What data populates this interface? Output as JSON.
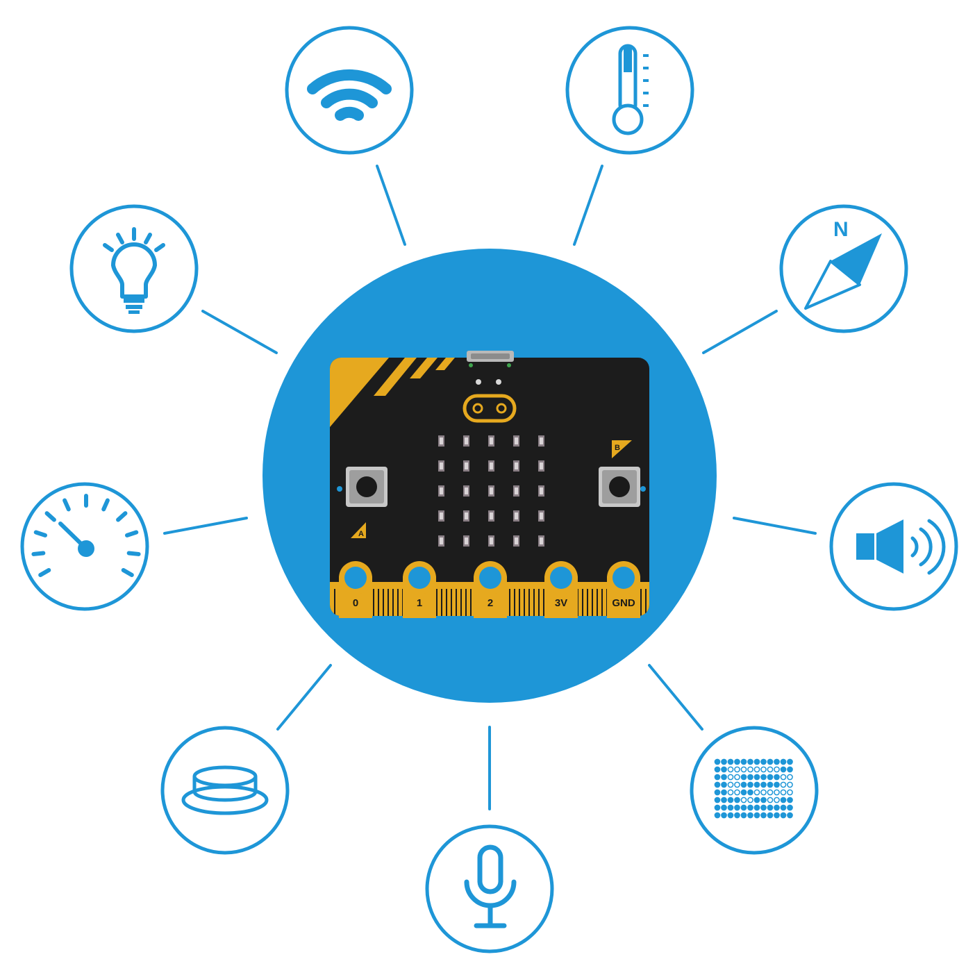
{
  "colors": {
    "accent": "#1e96d7",
    "board": "#1c1c1c",
    "gold": "#e6a91f",
    "led": "#8a7f86",
    "background": "#ffffff"
  },
  "board": {
    "pins": [
      "0",
      "1",
      "2",
      "3V",
      "GND"
    ],
    "button_a_label": "A",
    "button_b_label": "B",
    "led_matrix": {
      "rows": 5,
      "cols": 5
    }
  },
  "compass": {
    "north_label": "N"
  },
  "features": [
    {
      "icon": "wireless-icon"
    },
    {
      "icon": "thermometer-icon"
    },
    {
      "icon": "compass-icon"
    },
    {
      "icon": "speaker-icon"
    },
    {
      "icon": "led-matrix-icon"
    },
    {
      "icon": "microphone-icon"
    },
    {
      "icon": "push-button-icon"
    },
    {
      "icon": "accelerometer-gauge-icon"
    },
    {
      "icon": "light-bulb-icon"
    }
  ]
}
